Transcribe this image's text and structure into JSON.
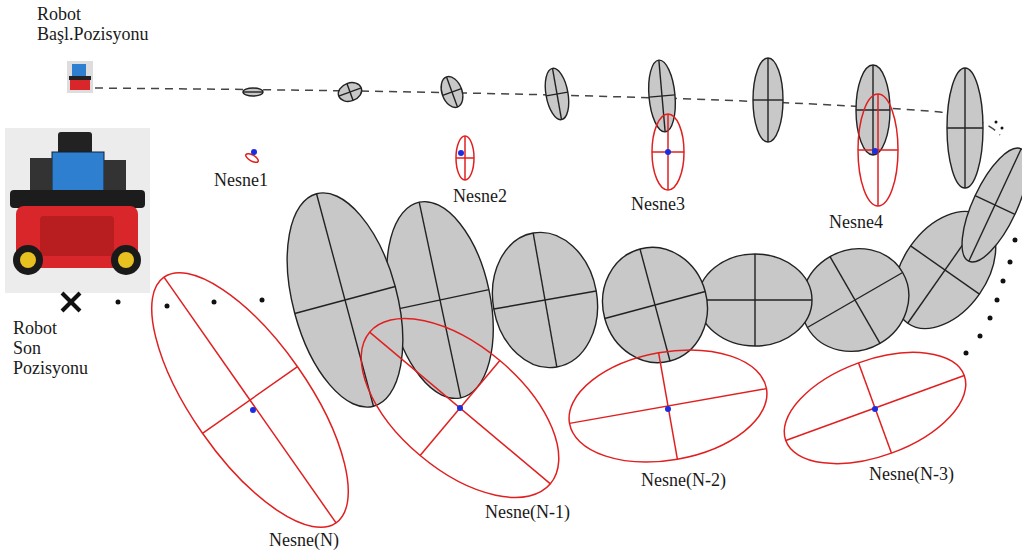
{
  "diagram": {
    "labels": [
      "Robot Başl.Pozisyonu",
      "Nesne1",
      "Nesne2",
      "Nesne3",
      "Nesne4",
      "Robot Son Pozisyonu",
      "Nesne(N)",
      "Nesne(N-1)",
      "Nesne(N-2)",
      "Nesne(N-3)"
    ]
  }
}
